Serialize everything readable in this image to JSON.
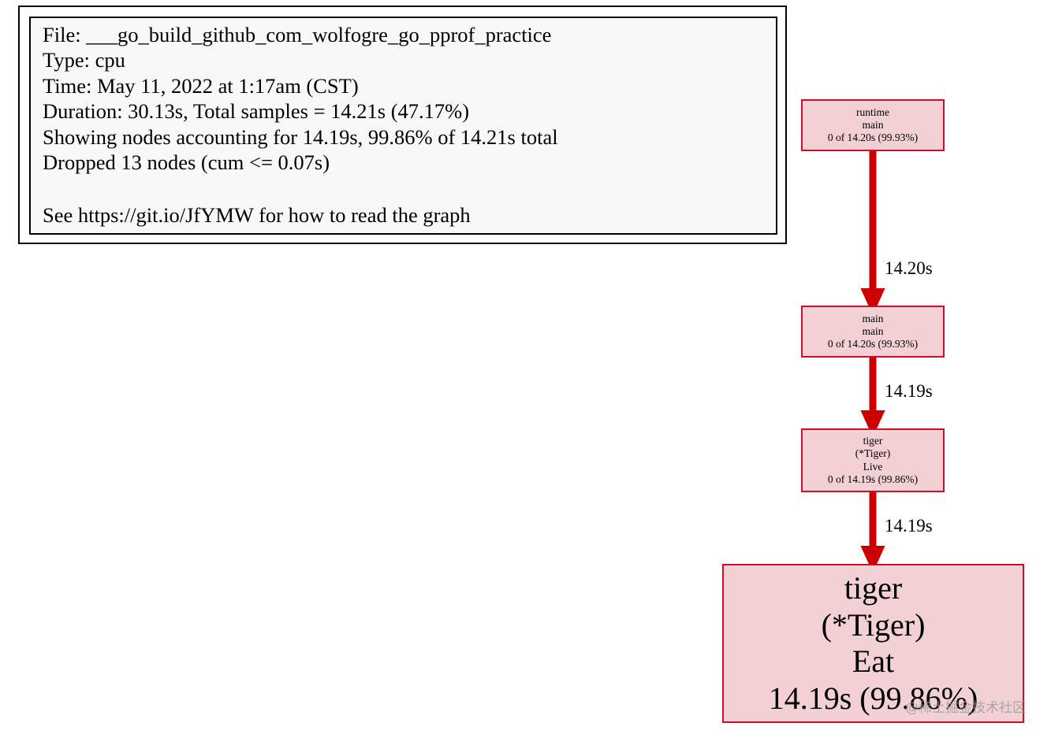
{
  "legend": {
    "lines": [
      "File: ___go_build_github_com_wolfogre_go_pprof_practice",
      "Type: cpu",
      "Time: May 11, 2022 at 1:17am (CST)",
      "Duration: 30.13s, Total samples = 14.21s (47.17%)",
      "Showing nodes accounting for 14.19s, 99.86% of 14.21s total",
      "Dropped 13 nodes (cum <= 0.07s)",
      "See https://git.io/JfYMW for how to read the graph"
    ]
  },
  "nodes": [
    {
      "id": "runtime-main",
      "lines": [
        "runtime",
        "main",
        "0 of 14.20s (99.93%)"
      ]
    },
    {
      "id": "main-main",
      "lines": [
        "main",
        "main",
        "0 of 14.20s (99.93%)"
      ]
    },
    {
      "id": "tiger-live",
      "lines": [
        "tiger",
        "(*Tiger)",
        "Live",
        "0 of 14.19s (99.86%)"
      ]
    },
    {
      "id": "tiger-eat",
      "lines": [
        "tiger",
        "(*Tiger)",
        "Eat",
        "14.19s (99.86%)"
      ]
    }
  ],
  "edges": [
    {
      "from": "runtime-main",
      "to": "main-main",
      "label": "14.20s"
    },
    {
      "from": "main-main",
      "to": "tiger-live",
      "label": "14.19s"
    },
    {
      "from": "tiger-live",
      "to": "tiger-eat",
      "label": "14.19s"
    }
  ],
  "colors": {
    "node_fill": "#f3d0d4",
    "node_border": "#d00d26",
    "edge": "#cc0000",
    "legend_fill": "#f8f8f8"
  },
  "watermark": "@稀土掘金技术社区"
}
